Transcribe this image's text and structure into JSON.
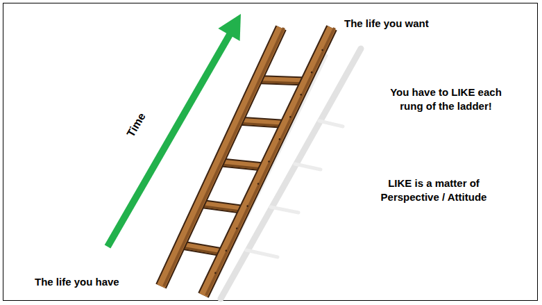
{
  "diagram": {
    "labels": [
      "The life you want",
      "Time",
      "You have to LIKE each rung of the ladder!",
      "LIKE is a matter of Perspective / Attitude",
      "The life you have"
    ]
  }
}
